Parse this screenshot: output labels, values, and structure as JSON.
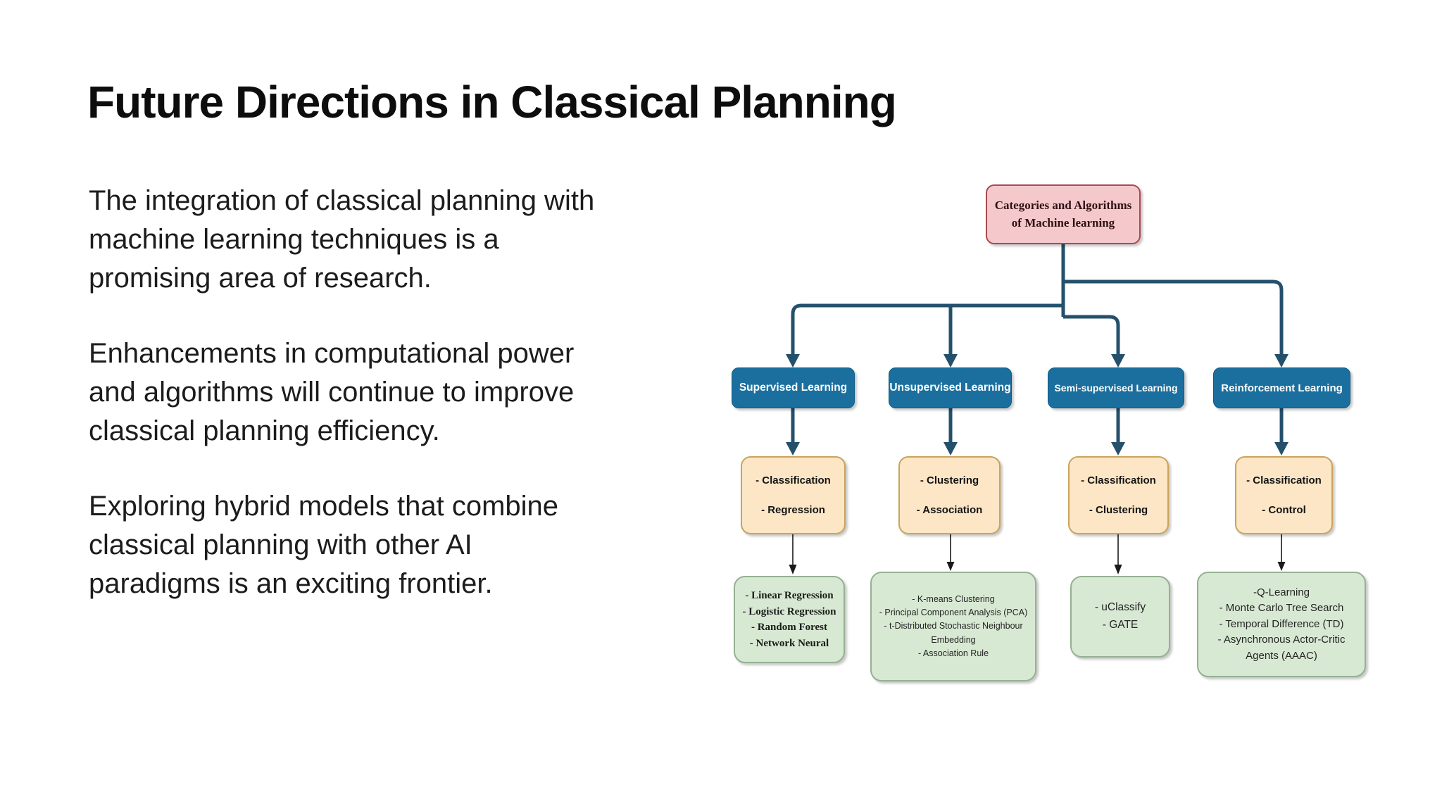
{
  "slide": {
    "title": "Future Directions in Classical Planning",
    "paragraphs": [
      {
        "lines": [
          "The integration of classical planning with",
          "machine learning techniques is a",
          "promising area of research."
        ]
      },
      {
        "lines": [
          "Enhancements in computational power",
          "and algorithms will continue to improve",
          "classical planning efficiency."
        ]
      },
      {
        "lines": [
          "Exploring hybrid models that combine",
          "classical planning with other AI",
          "paradigms is an exciting frontier."
        ]
      }
    ]
  },
  "diagram": {
    "root": {
      "lines": [
        "Categories and Algorithms",
        "of Machine learning"
      ]
    },
    "columns": [
      {
        "category": "Supervised Learning",
        "types": [
          "- Classification",
          "- Regression"
        ],
        "algorithms": [
          "- Linear Regression",
          "- Logistic Regression",
          "- Random Forest",
          "- Network Neural"
        ]
      },
      {
        "category": "Unsupervised Learning",
        "types": [
          "- Clustering",
          "- Association"
        ],
        "algorithms": [
          "- K-means Clustering",
          "- Principal Component Analysis (PCA)",
          "- t-Distributed Stochastic Neighbour Embedding",
          "- Association Rule"
        ]
      },
      {
        "category": "Semi-supervised Learning",
        "types": [
          "- Classification",
          "- Clustering"
        ],
        "algorithms": [
          "- uClassify",
          "- GATE"
        ]
      },
      {
        "category": "Reinforcement Learning",
        "types": [
          "- Classification",
          "- Control"
        ],
        "algorithms": [
          "-Q-Learning",
          "- Monte Carlo Tree Search",
          "- Temporal Difference (TD)",
          "- Asynchronous Actor-Critic Agents (AAAC)"
        ]
      }
    ],
    "colors": {
      "connector": "#24506C",
      "category_fill": "#1B6F9E",
      "category_border": "#0F5A84",
      "root_fill": "#F5C9CC",
      "root_border": "#A64B4F",
      "types_fill": "#FCE6C5",
      "types_border": "#C9A45C",
      "algorithms_fill": "#D8E9D3",
      "algorithms_border": "#95B193",
      "thin_arrow": "#1A1A1A"
    }
  }
}
